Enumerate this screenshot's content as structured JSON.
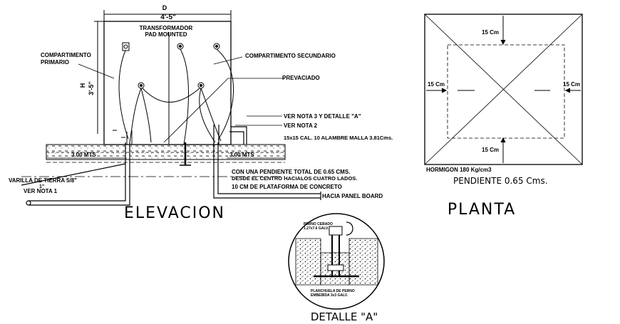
{
  "elevation": {
    "title": "ELEVACION",
    "dim_letter": "D",
    "dim_width": "4'-5\"",
    "dim_height_letter": "H",
    "dim_height": "3'-5\"",
    "transformer_line1": "TRANSFORMADOR",
    "transformer_line2": "PAD MOUNTED",
    "primary_line1": "COMPARTIMENTO",
    "primary_line2": "PRIMARIO",
    "secondary": "COMPARTIMENTO SECUNDARIO",
    "prevaciado": "PREVACIADO",
    "note3": "VER NOTA 3 Y DETALLE \"A\"",
    "note2": "VER NOTA 2",
    "mesh": "15x15 CAL. 10 ALAMBRE MALLA 3.81Cms.",
    "left_dim": "3.00 MTS",
    "right_dim": "3.00 MTS",
    "slope_line1": "CON UNA PENDIENTE TOTAL DE 0.65 CMS.",
    "slope_line2": "DESDE EL CENTRO HACIALOS CUATRO LADOS.",
    "slope_line3": "10 CM DE PLATAFORMA DE CONCRETO",
    "panel": "HACIA PANEL BOARD",
    "ground_rod": "VARILLA DE TIERRA 5/8\"",
    "note1": "VER NOTA 1",
    "tick_mark": "1\""
  },
  "plan": {
    "title": "PLANTA",
    "top_dim": "15 Cm",
    "bottom_dim": "15 Cm",
    "left_dim": "15 Cm",
    "right_dim": "15 Cm",
    "concrete": "HORMIGON 180 Kg/cm3",
    "slope": "PENDIENTE 0.65 Cms."
  },
  "detail": {
    "title": "DETALLE \"A\"",
    "label_top_line1": "PERNO CEBADO",
    "label_top_line2": "1.27x7.6 GALV.",
    "label_bottom_line1": "PLANCHUELA DE PERNO",
    "label_bottom_line2": "EMBEBIDA 3x3 GALV."
  }
}
